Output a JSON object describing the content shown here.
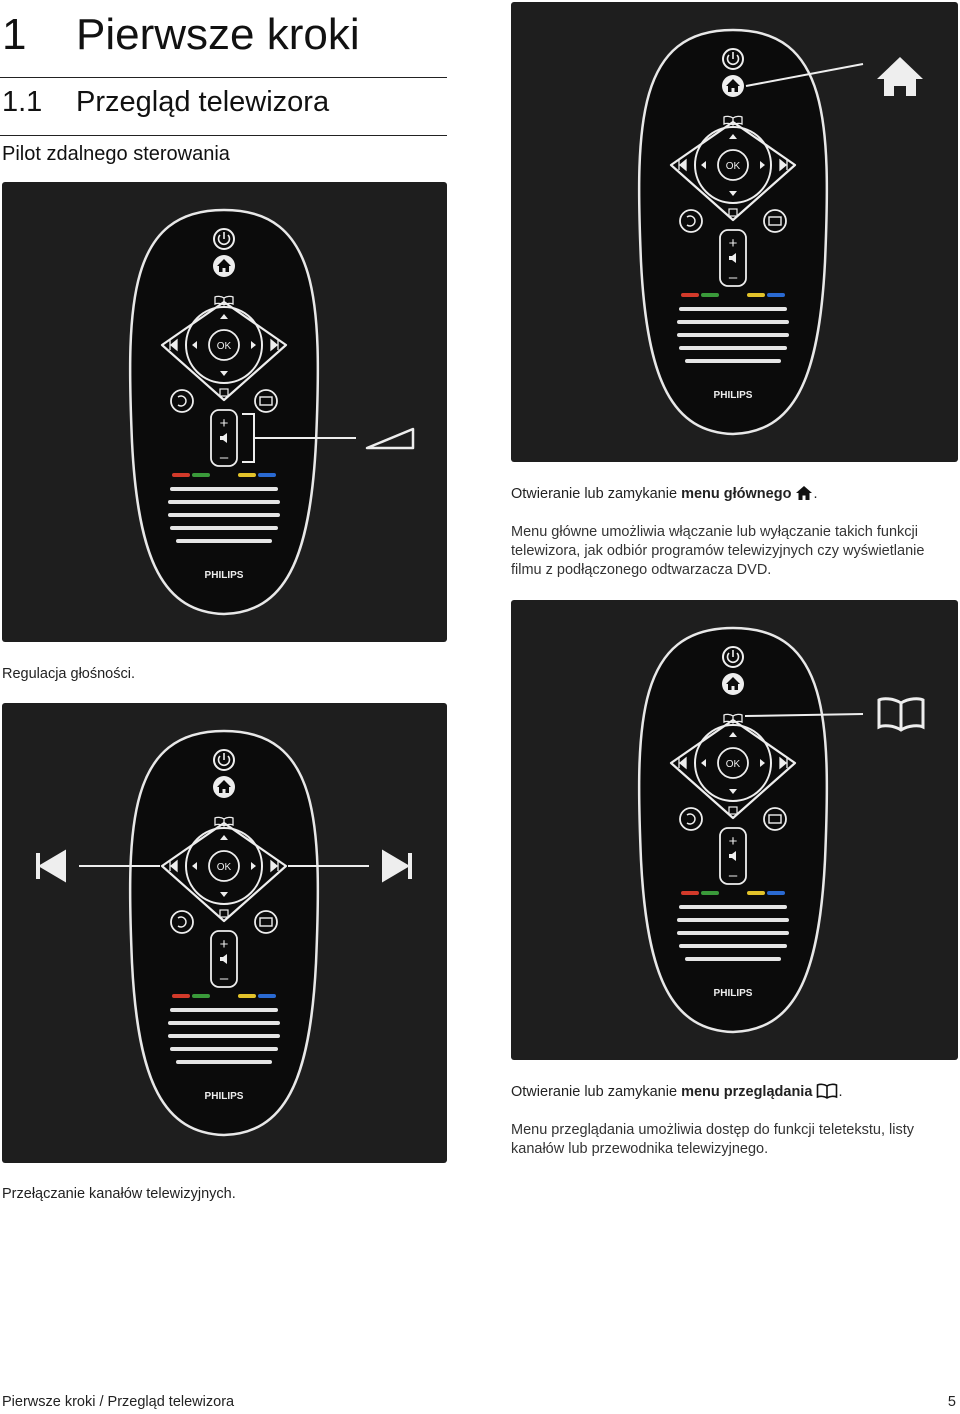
{
  "chapter": {
    "number": "1",
    "title": "Pierwsze kroki"
  },
  "section": {
    "number": "1.1",
    "title": "Przegląd telewizora"
  },
  "subsection": "Pilot zdalnego sterowania",
  "remote": {
    "brand": "PHILIPS",
    "ok_label": "OK",
    "plus_label": "+",
    "minus_label": "–",
    "colors": {
      "body": "#0b0b0b",
      "panel": "#1e1e1e",
      "red": "#d23a2a",
      "green": "#3a9a3a",
      "yellow": "#e2c22a",
      "blue": "#2a6ad2"
    }
  },
  "left": {
    "volume_caption": "Regulacja głośności.",
    "channels_caption": "Przełączanie kanałów telewizyjnych."
  },
  "right": {
    "home_caption_prefix": "Otwieranie lub zamykanie ",
    "home_caption_bold": "menu głównego",
    "home_caption_suffix": ".",
    "home_paragraph": "Menu główne umożliwia włączanie lub wyłączanie takich funkcji telewizora, jak odbiór programów telewizyjnych czy wyświetlanie filmu z podłączonego odtwarzacza DVD.",
    "browse_caption_prefix": "Otwieranie lub zamykanie ",
    "browse_caption_bold": "menu przeglądania",
    "browse_caption_suffix": ".",
    "browse_paragraph": "Menu przeglądania umożliwia dostęp do funkcji teletekstu, listy kanałów lub przewodnika telewizyjnego."
  },
  "footer": {
    "breadcrumb": "Pierwsze kroki / Przegląd telewizora",
    "page_number": "5"
  }
}
